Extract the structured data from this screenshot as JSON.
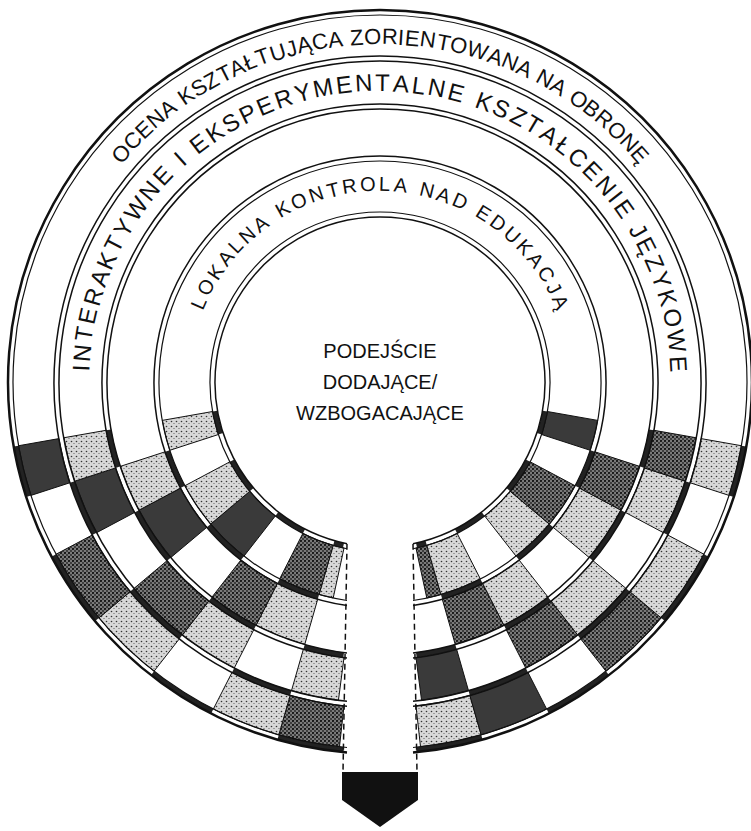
{
  "diagram": {
    "nodes": [
      {
        "text": [
          "OCENA KSZTAŁTUJĄCA ZORIENTOWANA NA OBRONĘ"
        ]
      },
      {
        "text": [
          "INTERAKTYWNE I EKSPERYMENTALNE KSZTAŁCENIE JĘZYKOWE"
        ]
      },
      {
        "text": [
          "LOKALNA KONTROLA NAD EDUKACJĄ"
        ]
      },
      {
        "text": [
          "PODEJŚCIE DODAJĄCE/ WZBOGACAJĄCE"
        ]
      }
    ]
  }
}
